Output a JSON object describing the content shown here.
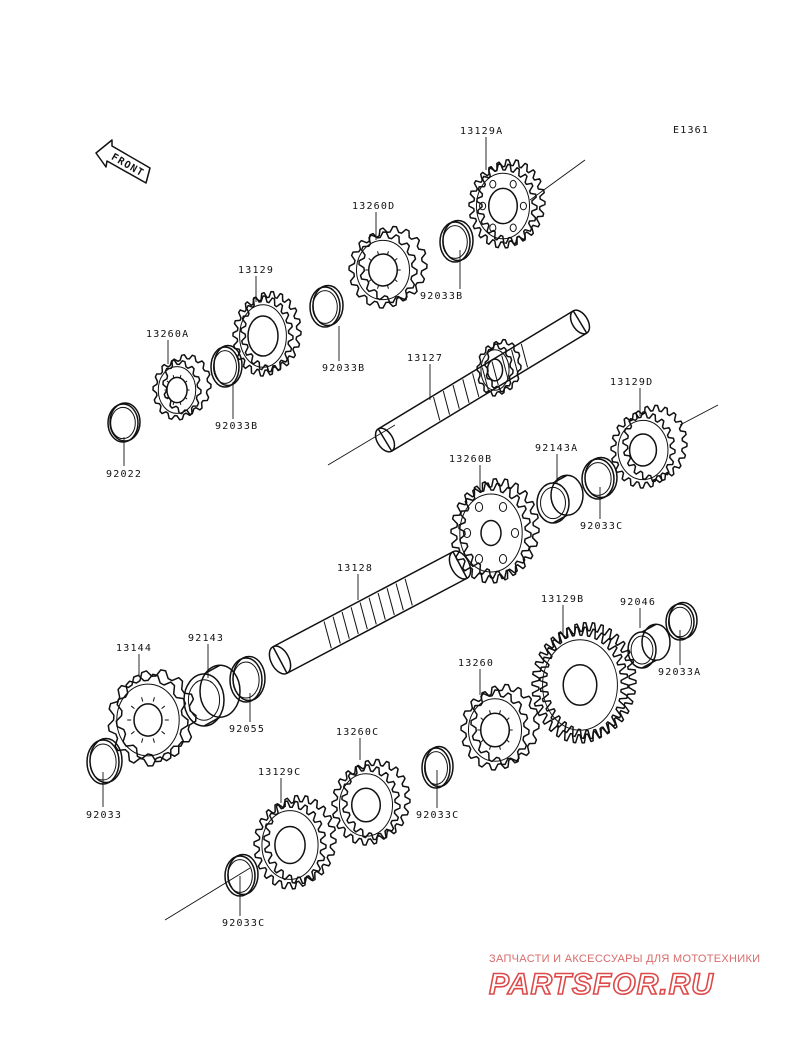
{
  "diagram": {
    "ref_code": "E1361",
    "front_label": "FRONT",
    "parts": [
      {
        "id": "13129A",
        "label": "13129A"
      },
      {
        "id": "13260D",
        "label": "13260D"
      },
      {
        "id": "13129",
        "label": "13129"
      },
      {
        "id": "13260A",
        "label": "13260A"
      },
      {
        "id": "92033B-1",
        "label": "92033B"
      },
      {
        "id": "92033B-2",
        "label": "92033B"
      },
      {
        "id": "92033B-3",
        "label": "92033B"
      },
      {
        "id": "92022",
        "label": "92022"
      },
      {
        "id": "13127",
        "label": "13127"
      },
      {
        "id": "13129D",
        "label": "13129D"
      },
      {
        "id": "92143A",
        "label": "92143A"
      },
      {
        "id": "13260B",
        "label": "13260B"
      },
      {
        "id": "92033C-1",
        "label": "92033C"
      },
      {
        "id": "13128",
        "label": "13128"
      },
      {
        "id": "13129B",
        "label": "13129B"
      },
      {
        "id": "92046",
        "label": "92046"
      },
      {
        "id": "92033A",
        "label": "92033A"
      },
      {
        "id": "13144",
        "label": "13144"
      },
      {
        "id": "92143",
        "label": "92143"
      },
      {
        "id": "92055",
        "label": "92055"
      },
      {
        "id": "13260",
        "label": "13260"
      },
      {
        "id": "92033",
        "label": "92033"
      },
      {
        "id": "13260C",
        "label": "13260C"
      },
      {
        "id": "13129C",
        "label": "13129C"
      },
      {
        "id": "92033C-2",
        "label": "92033C"
      },
      {
        "id": "92033C-3",
        "label": "92033C"
      }
    ]
  },
  "watermark": {
    "tagline": "ЗАПЧАСТИ И АКСЕССУАРЫ ДЛЯ МОТОТЕХНИКИ",
    "brand": "PARTSFOR.RU",
    "brand_color": "#dd4a4a"
  }
}
